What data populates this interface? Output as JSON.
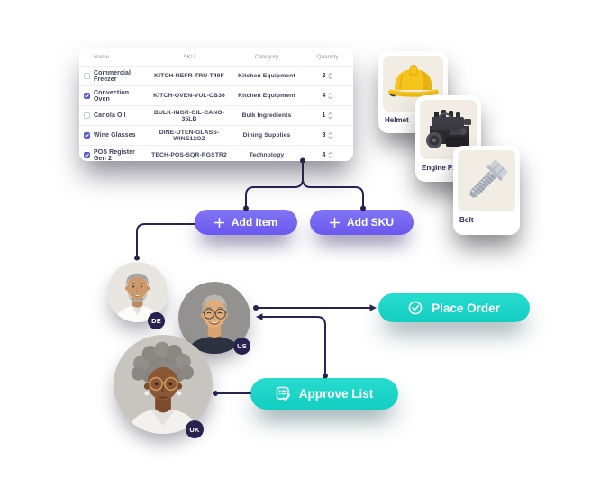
{
  "table": {
    "columns": {
      "name": "Name",
      "sku": "SKU",
      "category": "Category",
      "quantity": "Quantity"
    },
    "rows": [
      {
        "name": "Commercial Freezer",
        "sku": "KITCH-REFR-TRU-T49F",
        "category": "Kitchen Equipment",
        "quantity": "2",
        "checked": false
      },
      {
        "name": "Convection Oven",
        "sku": "KITCH-OVEN-VUL-CB36",
        "category": "Kitchen Equipment",
        "quantity": "4",
        "checked": true
      },
      {
        "name": "Canola Oil",
        "sku": "BULK-INGR-OIL-CANO-35LB",
        "category": "Bulk Ingredients",
        "quantity": "1",
        "checked": false
      },
      {
        "name": "Wine Glasses",
        "sku": "DINE-UTEN-GLASS-WINE12OZ",
        "category": "Dining Supplies",
        "quantity": "3",
        "checked": true
      },
      {
        "name": "POS Register Gen 2",
        "sku": "TECH-POS-SQR-RGSTR2",
        "category": "Technology",
        "quantity": "4",
        "checked": true
      }
    ]
  },
  "actions": {
    "add_item": "Add Item",
    "add_sku": "Add SKU",
    "place_order": "Place Order",
    "approve_list": "Approve List"
  },
  "product_cards": [
    {
      "label": "Helmet",
      "icon": "helmet-image"
    },
    {
      "label": "Engine PX100",
      "icon": "engine-image"
    },
    {
      "label": "Bolt",
      "icon": "bolt-image"
    }
  ],
  "avatars": [
    {
      "badge": "DE"
    },
    {
      "badge": "US"
    },
    {
      "badge": "UK"
    }
  ],
  "icons": {
    "add_buttons": "plus-icon",
    "place_order": "check-circle-icon",
    "approve_list": "list-check-icon",
    "quantity": "stepper-icon",
    "checkbox": "check-icon"
  },
  "colors": {
    "accent_purple": "#7166F0",
    "accent_teal": "#1FD4C8",
    "navy": "#27224E",
    "checkbox_checked": "#5B5BD6",
    "card_image_bg": "#F2EDE4"
  }
}
